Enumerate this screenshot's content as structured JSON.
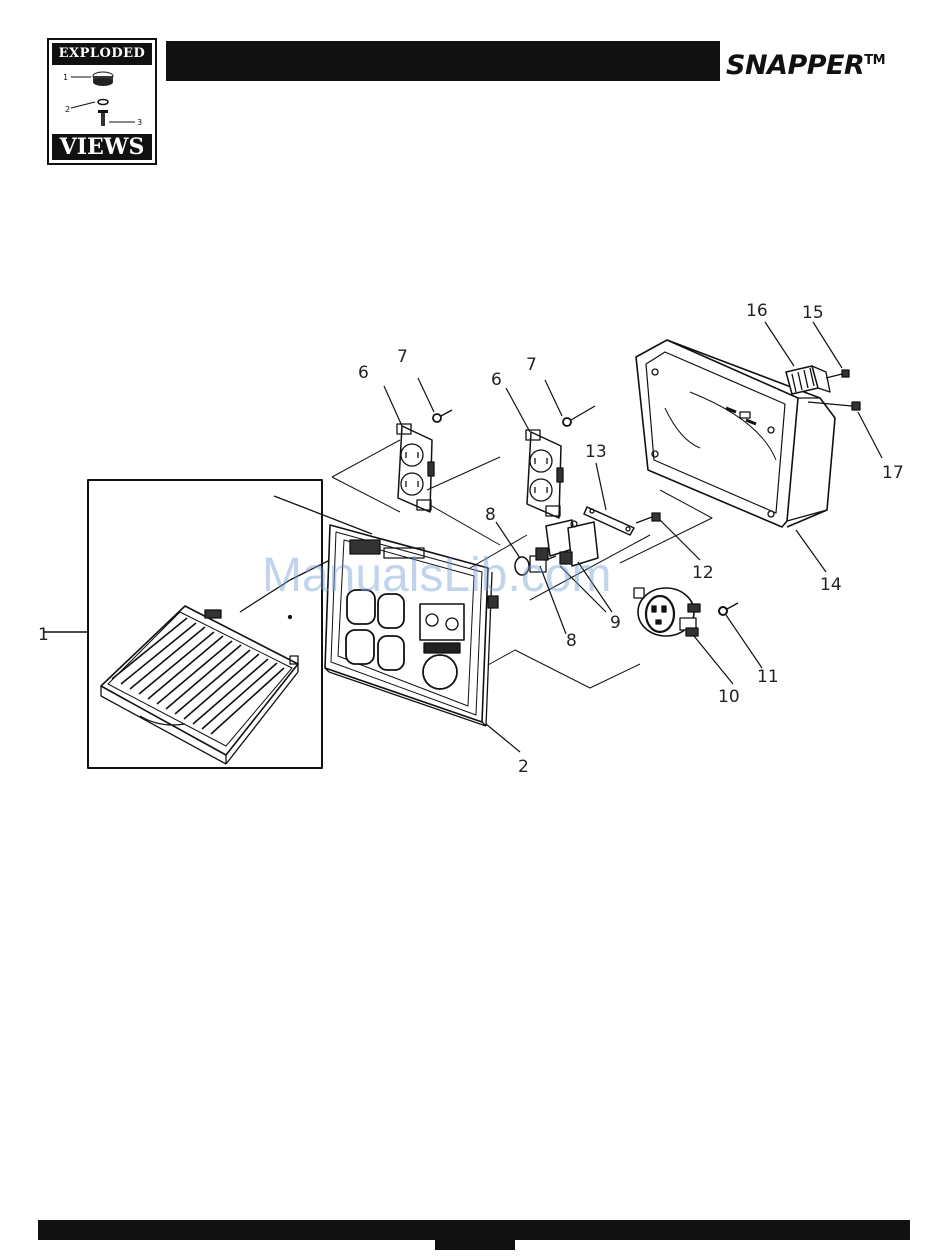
{
  "logo": {
    "top_text": "EXPLODED",
    "bottom_text": "VIEWS",
    "mini_callouts": [
      "1",
      "2",
      "3"
    ]
  },
  "brand": {
    "name": "SNAPPER",
    "trademark": "TM"
  },
  "callouts": {
    "c1": "1",
    "c2": "2",
    "c6a": "6",
    "c6b": "6",
    "c7a": "7",
    "c7b": "7",
    "c8a": "8",
    "c8b": "8",
    "c9": "9",
    "c10": "10",
    "c11": "11",
    "c12": "12",
    "c13": "13",
    "c14": "14",
    "c15": "15",
    "c16": "16",
    "c17": "17"
  },
  "watermark": "ManualsLib.com",
  "colors": {
    "ink": "#111111",
    "watermark": "#78a0d7"
  }
}
